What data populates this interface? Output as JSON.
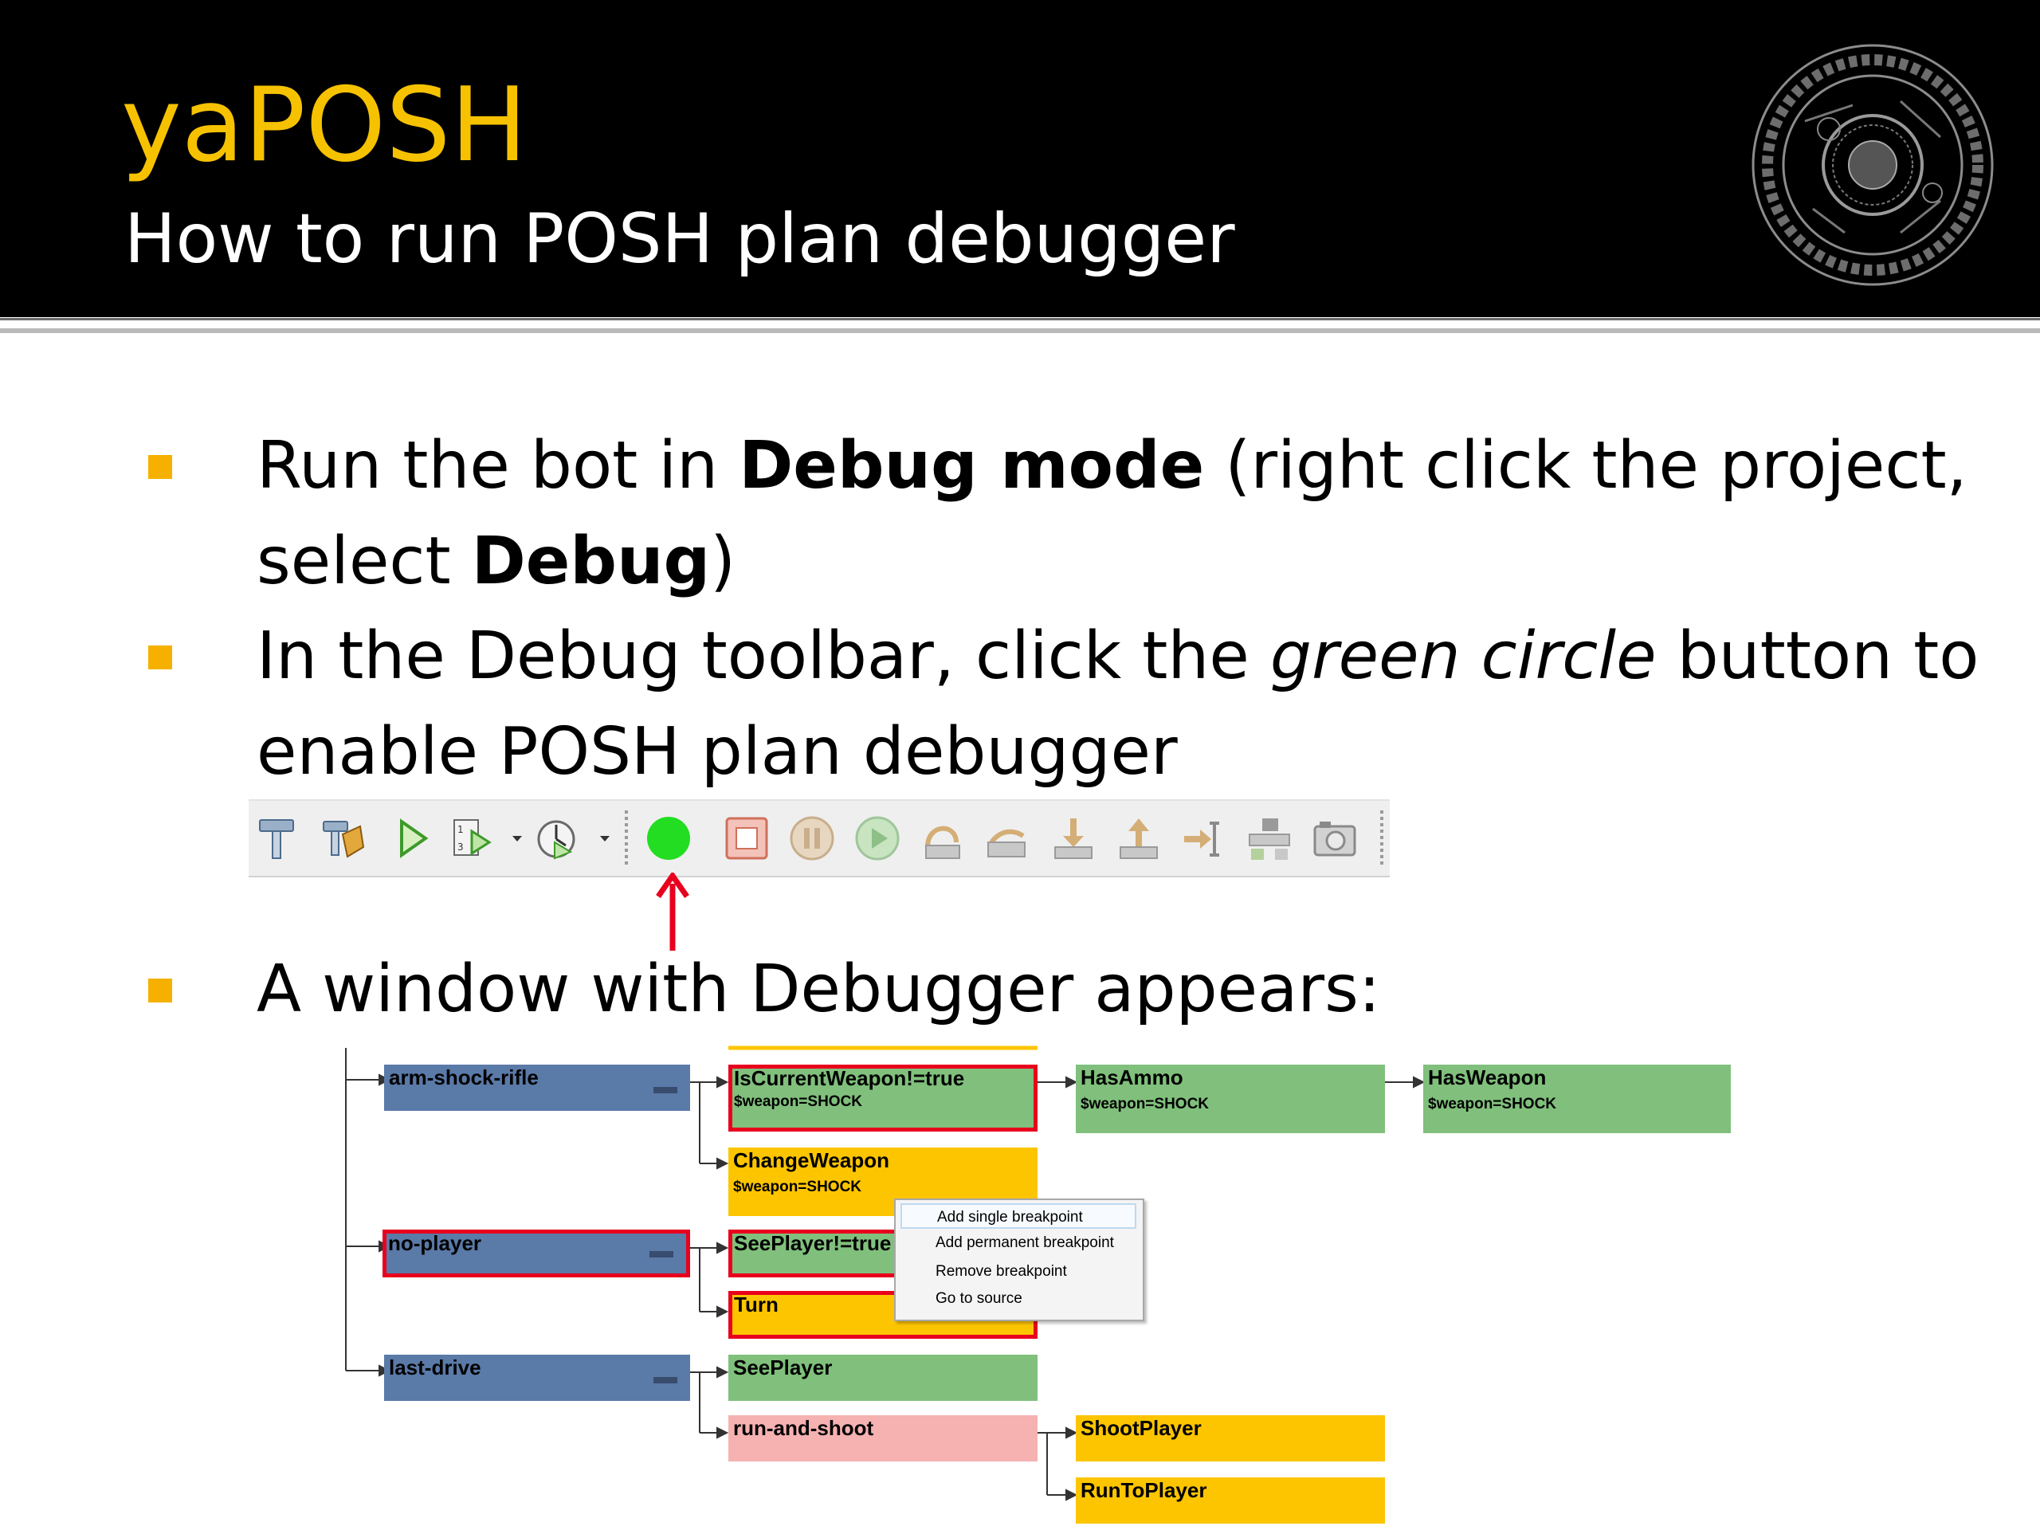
{
  "header": {
    "title": "yaPOSH",
    "subtitle": "How to run POSH plan debugger"
  },
  "bullets": [
    {
      "parts": [
        "Run the bot in ",
        "Debug mode",
        " (right click the project, select ",
        "Debug",
        ")"
      ]
    },
    {
      "parts": [
        "In the Debug toolbar, click the ",
        "green circle",
        " button to enable POSH plan debugger"
      ]
    },
    {
      "parts": [
        "A window with Debugger appears:"
      ]
    }
  ],
  "toolbar": {
    "icons": [
      "build-icon",
      "clean-build-icon",
      "run-icon",
      "debug-config-icon",
      "profile-icon",
      "posh-debugger-icon",
      "stop-icon",
      "pause-icon",
      "continue-icon",
      "step-over-icon",
      "step-over-expression-icon",
      "step-into-icon",
      "step-out-icon",
      "run-to-cursor-icon",
      "apply-changes-icon",
      "snapshot-icon"
    ],
    "accent_green": "#22dd22",
    "arrow_color": "#e8001d"
  },
  "debugger": {
    "nodes": {
      "arm_shock_rifle": "arm-shock-rifle",
      "is_current_weapon": "IsCurrentWeapon!=true",
      "is_current_weapon_param": "$weapon=SHOCK",
      "has_ammo": "HasAmmo",
      "has_ammo_param": "$weapon=SHOCK",
      "has_weapon": "HasWeapon",
      "has_weapon_param": "$weapon=SHOCK",
      "change_weapon": "ChangeWeapon",
      "change_weapon_param": "$weapon=SHOCK",
      "no_player": "no-player",
      "see_player_not": "SeePlayer!=true",
      "turn": "Turn",
      "last_drive": "last-drive",
      "see_player": "SeePlayer",
      "run_and_shoot": "run-and-shoot",
      "shoot_player": "ShootPlayer",
      "run_to_player": "RunToPlayer"
    },
    "context_menu": [
      "Add single breakpoint",
      "Add permanent breakpoint",
      "Remove breakpoint",
      "Go to source"
    ],
    "colors": {
      "drive": "#5a7aa8",
      "sense": "#80c07c",
      "action": "#fdc500",
      "competence": "#f6b1b1",
      "breakpoint": "#e8001d"
    }
  }
}
